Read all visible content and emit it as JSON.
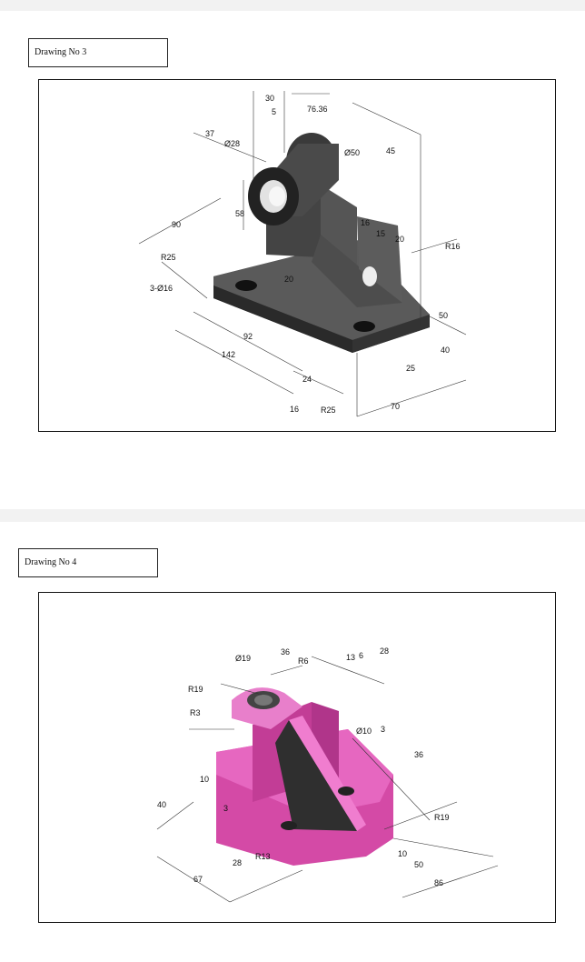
{
  "drawings": [
    {
      "label": "Drawing No 3",
      "dimensions": {
        "d30": "30",
        "d5": "5",
        "d7636": "76.36",
        "d37": "37",
        "dphi28": "Ø28",
        "dphi50": "Ø50",
        "d45": "45",
        "d90": "90",
        "d58": "58",
        "d16": "16",
        "d15": "15",
        "d20a": "20",
        "dR16": "R16",
        "dR25": "R25",
        "d3phi16": "3-Ø16",
        "d20b": "20",
        "d92": "92",
        "d142": "142",
        "d50": "50",
        "d40": "40",
        "d24": "24",
        "d25": "25",
        "d16b": "16",
        "dR25b": "R25",
        "d70": "70"
      },
      "part_color": "#4a4a4a"
    },
    {
      "label": "Drawing No 4",
      "dimensions": {
        "dphi19": "Ø19",
        "d36": "36",
        "dR6": "R6",
        "d13": "13",
        "d6": "6",
        "d28": "28",
        "dR19": "R19",
        "dR3": "R3",
        "dphi10": "Ø10",
        "d3": "3",
        "d36b": "36",
        "d10": "10",
        "d40": "40",
        "d3b": "3",
        "dR19b": "R19",
        "dR13": "R13",
        "d28b": "28",
        "d67": "67",
        "d10b": "10",
        "d50": "50",
        "d86": "86"
      },
      "part_color": "#e055b3"
    }
  ]
}
